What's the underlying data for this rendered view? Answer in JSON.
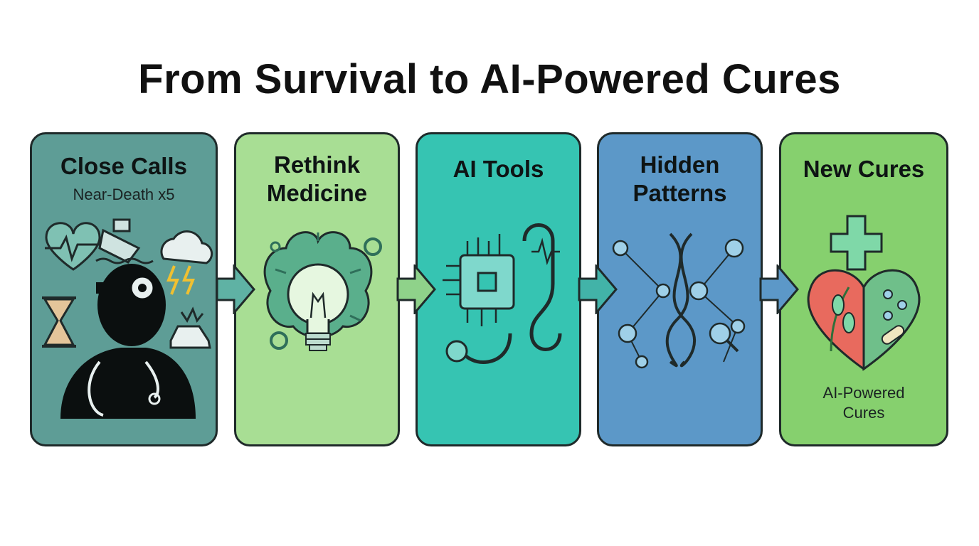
{
  "title": "From Survival to AI-Powered Cures",
  "cards": [
    {
      "title": "Close Calls",
      "subtitle": "Near-Death x5",
      "color": "#5e9d96"
    },
    {
      "title_line1": "Rethink",
      "title_line2": "Medicine",
      "color": "#a8de94"
    },
    {
      "title": "AI Tools",
      "color": "#36c4b2"
    },
    {
      "title_line1": "Hidden",
      "title_line2": "Patterns",
      "color": "#5c98c8"
    },
    {
      "title": "New Cures",
      "caption_line1": "AI-Powered",
      "caption_line2": "Cures",
      "color": "#86d06e"
    }
  ],
  "illustrations": [
    "doctor-with-hazards-icon",
    "brain-lightbulb-icon",
    "chip-stethoscope-icon",
    "dna-network-icon",
    "heart-cross-icon"
  ],
  "arrow_color": "#42b3a8"
}
